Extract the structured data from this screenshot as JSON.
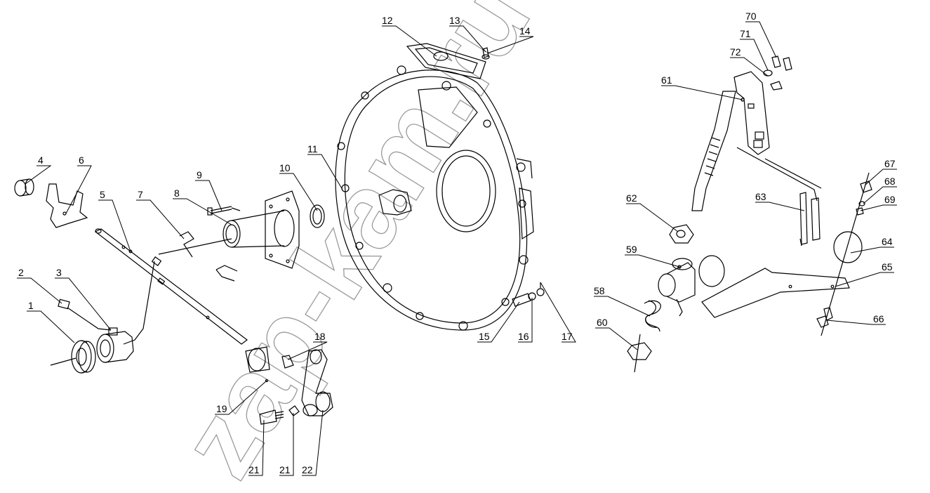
{
  "watermark": "zap-kam.ru",
  "callouts": [
    "1",
    "2",
    "3",
    "4",
    "5",
    "6",
    "7",
    "8",
    "9",
    "10",
    "11",
    "12",
    "13",
    "14",
    "15",
    "16",
    "17",
    "18",
    "19",
    "21",
    "21",
    "22",
    "58",
    "59",
    "60",
    "61",
    "62",
    "63",
    "64",
    "65",
    "66",
    "67",
    "68",
    "69",
    "70",
    "71",
    "72"
  ]
}
